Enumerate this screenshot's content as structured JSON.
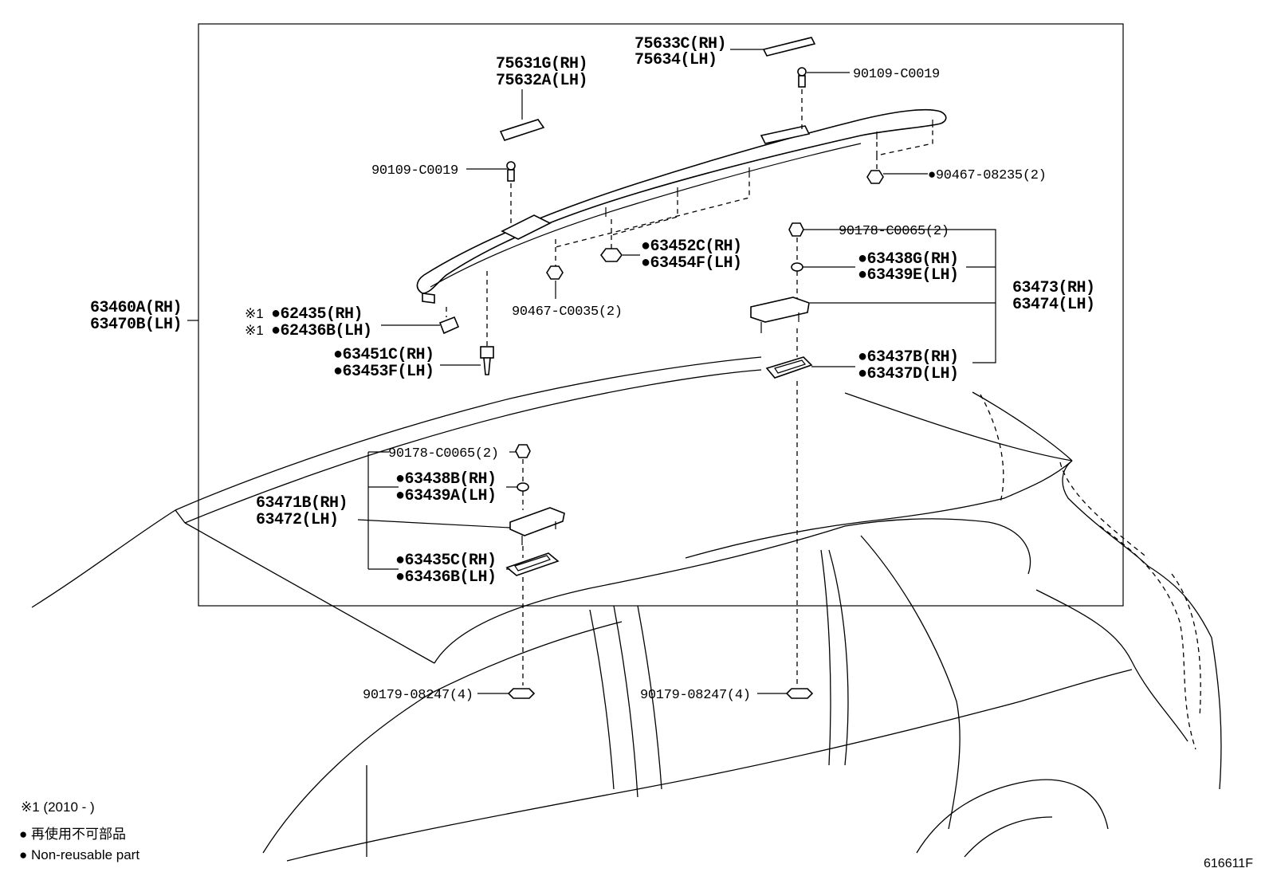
{
  "labels": {
    "rail_rh": "63460A(RH)",
    "rail_lh": "63470B(LH)",
    "cover_g_rh": "75631G(RH)",
    "cover_a_lh": "75632A(LH)",
    "cover_c_rh": "75633C(RH)",
    "cover_lh": "75634(LH)",
    "bolt_top_right": "90109-C0019",
    "bolt_top_left": "90109-C0019",
    "nut_right": "●90467-08235(2)",
    "nut_mid": "90467-C0035(2)",
    "clip_c_rh": "●63452C(RH)",
    "clip_f_lh": "●63454F(LH)",
    "screw_right": "90178-C0065(2)",
    "washer_g_rh": "●63438G(RH)",
    "washer_e_lh": "●63439E(LH)",
    "bracket_rh": "63473(RH)",
    "bracket_lh": "63474(LH)",
    "pad_b_rh": "●63437B(RH)",
    "pad_d_lh": "●63437D(LH)",
    "cap_rh_mark": "※1",
    "cap_rh": "●62435(RH)",
    "cap_lh_mark": "※1",
    "cap_lh": "●62436B(LH)",
    "clip2_c_rh": "●63451C(RH)",
    "clip2_f_lh": "●63453F(LH)",
    "screw_left": "90178-C0065(2)",
    "washer_b_rh": "●63438B(RH)",
    "washer_a_lh": "●63439A(LH)",
    "bracket_b_rh": "63471B(RH)",
    "bracket_b_lh": "63472(LH)",
    "pad_c_rh": "●63435C(RH)",
    "pad_b_lh": "●63436B(LH)",
    "nut_bottom_left": "90179-08247(4)",
    "nut_bottom_right": "90179-08247(4)"
  },
  "notes": {
    "year_note": "※1 (2010 -        )",
    "non_reusable_jp": "● 再使用不可部品",
    "non_reusable_en": "● Non-reusable part",
    "diagram_code": "616611F"
  }
}
